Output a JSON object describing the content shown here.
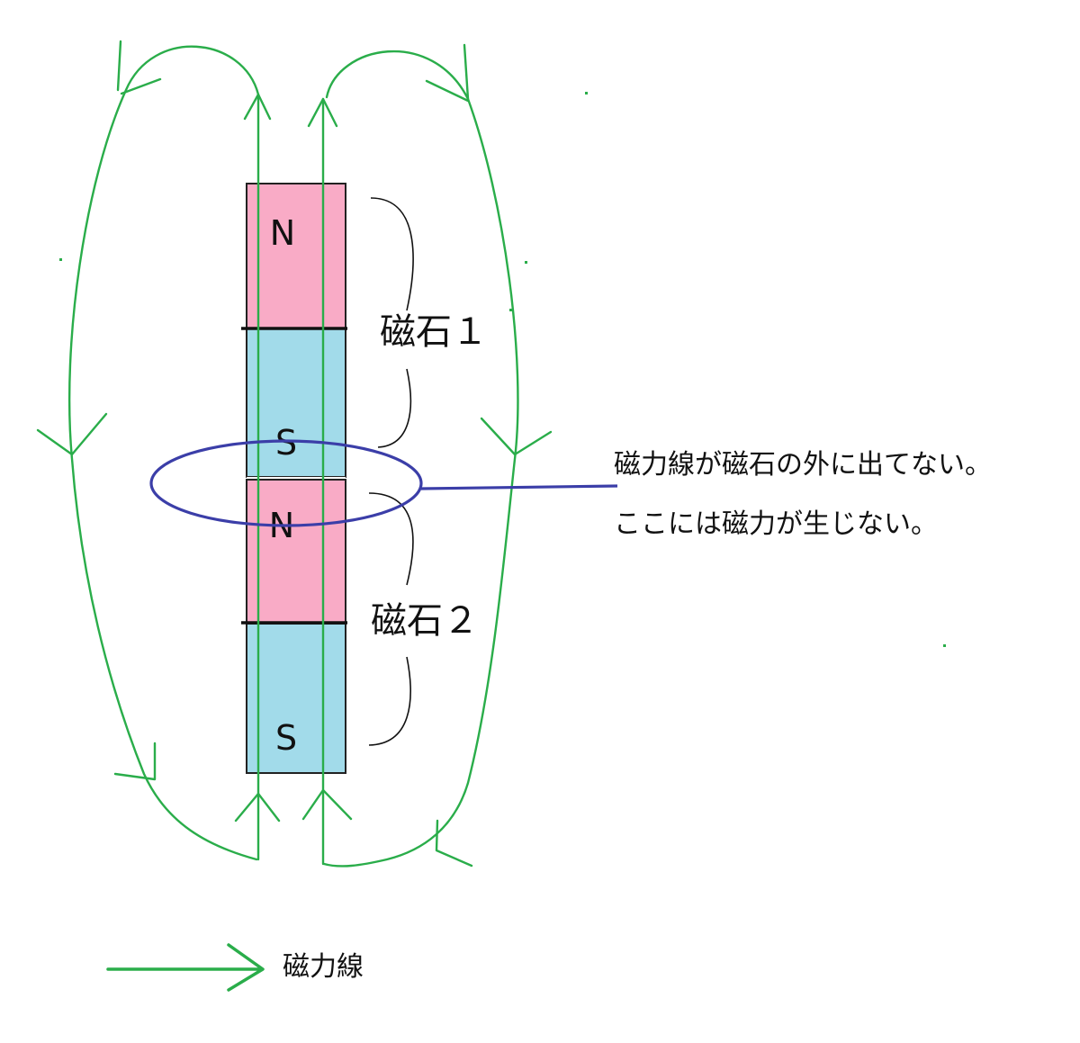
{
  "colors": {
    "north": "#f9abc6",
    "south": "#a2dbea",
    "field_line": "#2aad4a",
    "highlight": "#3b3ea8",
    "outline": "#222222"
  },
  "magnets": [
    {
      "label": "磁石１",
      "top_pole": "N",
      "bottom_pole": "S"
    },
    {
      "label": "磁石２",
      "top_pole": "N",
      "bottom_pole": "S"
    }
  ],
  "annotation": {
    "line1": "磁力線が磁石の外に出てない。",
    "line2": "ここには磁力が生じない。"
  },
  "legend": {
    "label": "磁力線",
    "icon": "arrow-right-icon"
  }
}
